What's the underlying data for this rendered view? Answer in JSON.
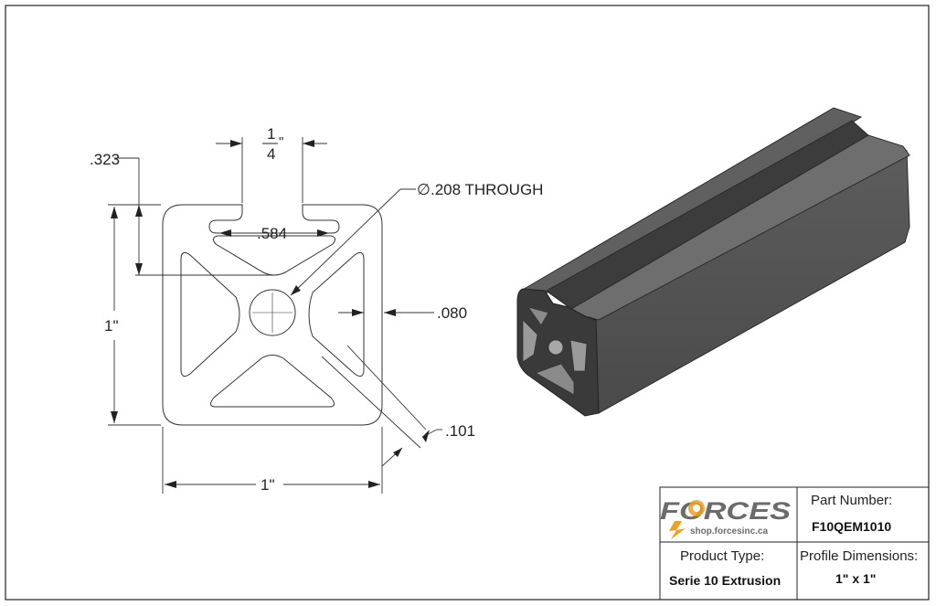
{
  "dimensions": {
    "fraction_numerator": "1",
    "fraction_denominator": "4",
    "fraction_unit": "\"",
    "dim_323": ".323",
    "dim_584": ".584",
    "hole_symbol": "∅",
    "hole_note": ".208 THROUGH",
    "dim_080": ".080",
    "dim_101": ".101",
    "height": "1\"",
    "width": "1\""
  },
  "title_block": {
    "logo_text": "FORCES",
    "logo_url": "shop.forcesinc.ca",
    "part_number_label": "Part Number:",
    "part_number": "F10QEM1010",
    "product_type_label": "Product Type:",
    "product_type": "Serie 10 Extrusion",
    "profile_dimensions_label": "Profile Dimensions:",
    "profile_dimensions": "1\" x 1\""
  },
  "colors": {
    "line": "#222222",
    "extrusion_dark": "#3a3a3a",
    "extrusion_mid": "#5a5a5a",
    "extrusion_light": "#8a8a8a",
    "logo_gray": "#6b6b6b",
    "logo_accent": "#f0a020"
  }
}
